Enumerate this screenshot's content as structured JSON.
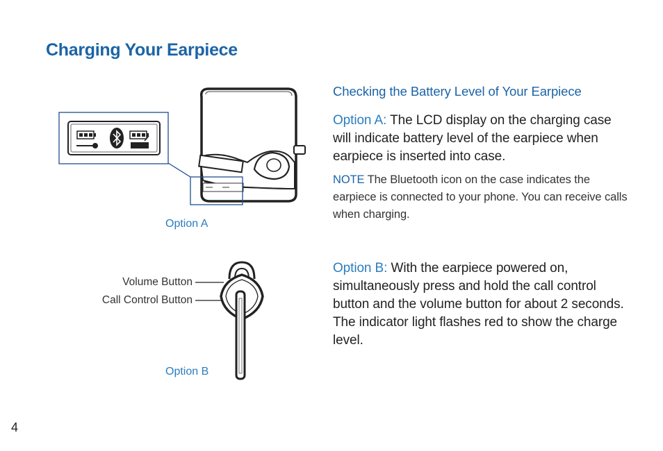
{
  "page": {
    "title": "Charging Your Earpiece",
    "page_number": "4"
  },
  "figure_a": {
    "caption": "Option A",
    "icons": [
      "battery-icon",
      "bluetooth-icon",
      "battery-icon",
      "charging-case-icon"
    ]
  },
  "figure_b": {
    "caption": "Option B",
    "callouts": {
      "volume": "Volume Button",
      "call_control": "Call Control Button"
    }
  },
  "content": {
    "heading": "Checking the Battery Level of Your Earpiece",
    "option_a": {
      "label": "Option A:",
      "text": " The LCD display on the charging case will indicate battery level of the earpiece when earpiece is inserted into case."
    },
    "note": {
      "label": "NOTE",
      "text": " The Bluetooth icon on the case indicates the earpiece is connected to your phone. You can receive calls when charging."
    },
    "option_b": {
      "label": "Option B:",
      "text": " With the earpiece powered on, simultaneously press and hold the call control button and the volume button for about 2 seconds. The indicator light flashes red to show the charge level."
    }
  },
  "colors": {
    "heading_blue": "#1b64a6",
    "label_blue": "#2a7dc0",
    "callout_box_blue": "#1f4f8f"
  }
}
